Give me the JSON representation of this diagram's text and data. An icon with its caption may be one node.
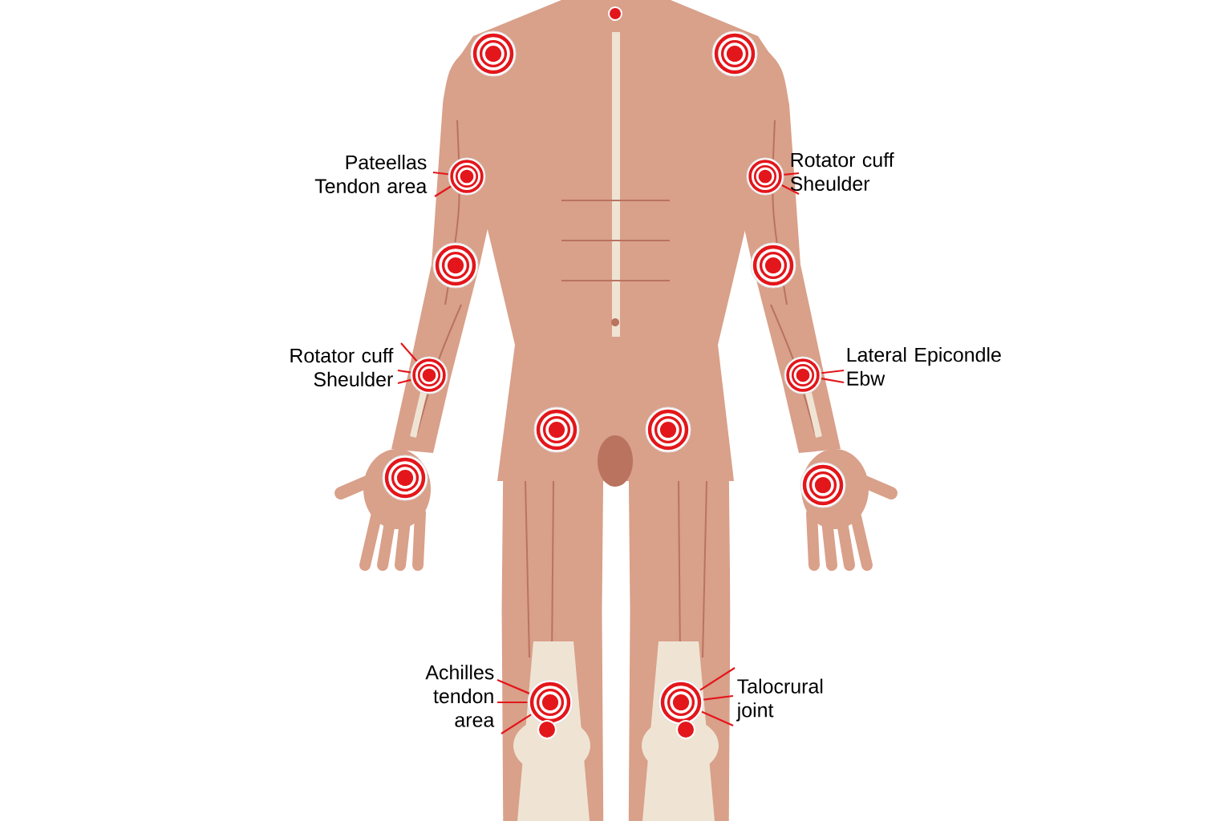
{
  "diagram": {
    "nodes": [
      {
        "text": [
          "Pateellas Tendon area"
        ]
      },
      {
        "text": [],
        "shape": "circle"
      },
      {
        "text": [
          "Rotator cuff Sheulder"
        ]
      },
      {
        "text": [],
        "shape": "circle"
      },
      {
        "text": [
          "Rotator cuff Sheulder"
        ]
      },
      {
        "text": [],
        "shape": "circle"
      },
      {
        "text": [
          "Lateral Epicondle Ebw"
        ]
      },
      {
        "text": [],
        "shape": "circle"
      },
      {
        "text": [
          "Achilles tendon area"
        ]
      },
      {
        "text": [],
        "shape": "circle"
      },
      {
        "text": [
          "Talocrural joint"
        ]
      },
      {
        "text": [],
        "shape": "circle"
      },
      {
        "text": [],
        "shape": "circle"
      },
      {
        "text": [],
        "shape": "circle"
      },
      {
        "text": [],
        "shape": "circle"
      },
      {
        "text": [],
        "shape": "circle"
      },
      {
        "text": [],
        "shape": "circle"
      },
      {
        "text": [],
        "shape": "circle"
      },
      {
        "text": [],
        "shape": "circle"
      },
      {
        "text": [],
        "shape": "circle"
      },
      {
        "text": [],
        "shape": "circle"
      },
      {
        "text": [],
        "shape": "circle"
      },
      {
        "text": [],
        "shape": "circle"
      }
    ],
    "edges": [
      {
        "from": 0,
        "to": 1,
        "arrow": "none"
      },
      {
        "from": 0,
        "to": 1,
        "arrow": "none"
      },
      {
        "from": 2,
        "to": 3,
        "arrow": "none"
      },
      {
        "from": 2,
        "to": 3,
        "arrow": "none"
      },
      {
        "from": 4,
        "to": 5,
        "arrow": "none"
      },
      {
        "from": 4,
        "to": 5,
        "arrow": "none"
      },
      {
        "from": 4,
        "to": 5,
        "arrow": "none"
      },
      {
        "from": 6,
        "to": 7,
        "arrow": "none"
      },
      {
        "from": 6,
        "to": 7,
        "arrow": "none"
      },
      {
        "from": 8,
        "to": 9,
        "arrow": "none"
      },
      {
        "from": 8,
        "to": 9,
        "arrow": "none"
      },
      {
        "from": 8,
        "to": 9,
        "arrow": "none"
      },
      {
        "from": 10,
        "to": 11,
        "arrow": "none"
      },
      {
        "from": 10,
        "to": 11,
        "arrow": "none"
      },
      {
        "from": 10,
        "to": 11,
        "arrow": "none"
      }
    ]
  }
}
